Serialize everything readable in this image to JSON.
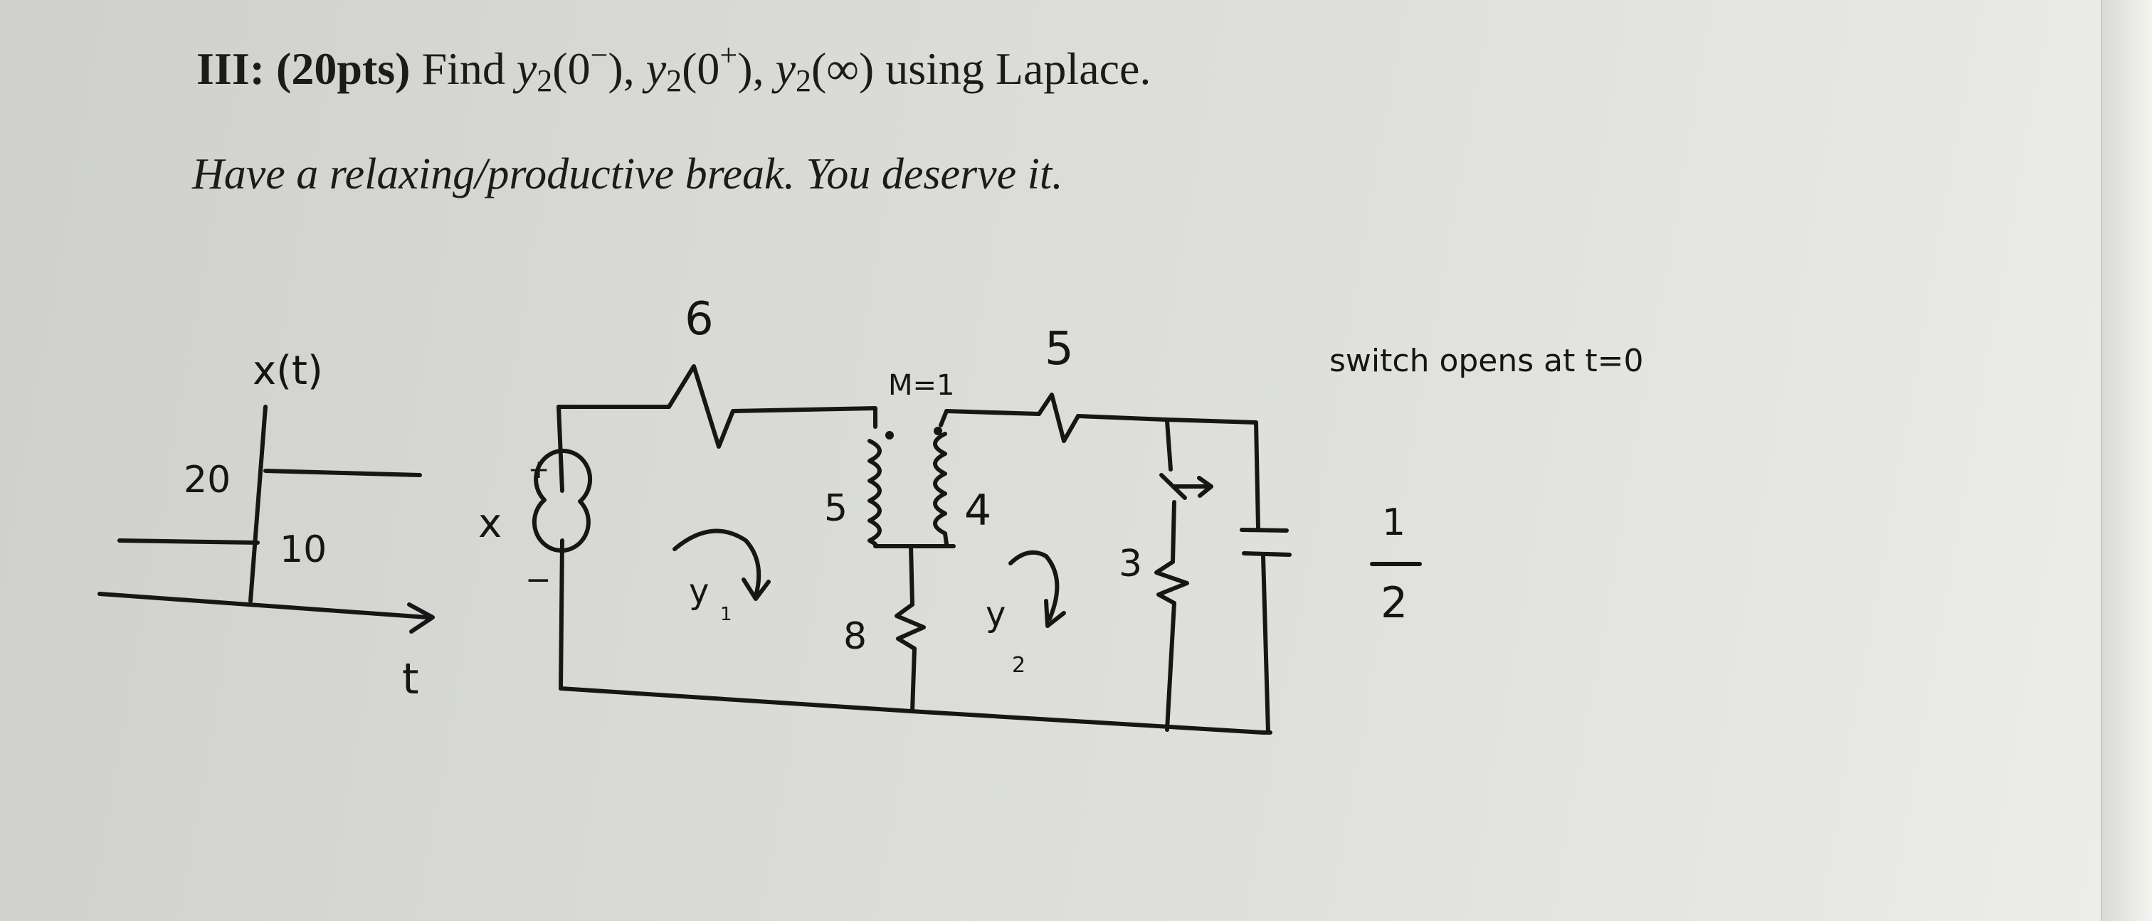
{
  "problem": {
    "number": "III:",
    "points": "(20pts)",
    "find_word": "Find",
    "var": "y",
    "sub": "2",
    "q1_arg": "(0",
    "q1_sup": "−",
    "q2_arg": "(0",
    "q2_sup": "+",
    "q3_arg": "(∞)",
    "tail": "using Laplace."
  },
  "subtitle": "Have a relaxing/productive break. You deserve it.",
  "input_graph": {
    "title": "x(t)",
    "level_high": "20",
    "level_low": "10",
    "t_axis": "t"
  },
  "circuit": {
    "source": "x",
    "plus": "+",
    "minus": "−",
    "r_top_left": "6",
    "r_top_right": "5",
    "mutual": "M=1",
    "l_left": "5",
    "l_right": "4",
    "r_middle": "8",
    "r_right": "3",
    "mesh1": "y",
    "mesh1_sub": "1",
    "mesh2": "y",
    "mesh2_sub": "2",
    "cap_num": "1",
    "cap_den": "2",
    "note": "switch opens at t=0"
  }
}
